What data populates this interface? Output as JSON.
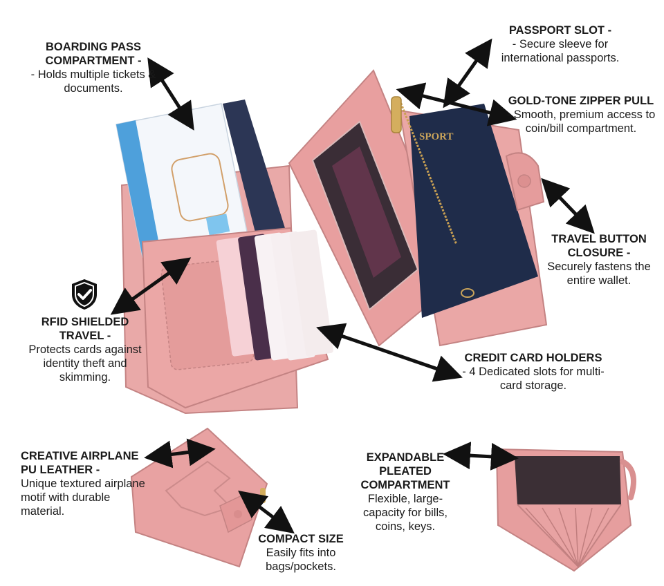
{
  "callouts": {
    "boarding_pass": {
      "title": "BOARDING PASS COMPARTMENT -",
      "desc": "- Holds multiple tickets & documents."
    },
    "passport_slot": {
      "title": "PASSPORT SLOT -",
      "desc": "- Secure sleeve for international passports."
    },
    "zipper_pull": {
      "title": "GOLD-TONE ZIPPER PULL",
      "desc": "- Smooth, premium access to coin/bill compartment."
    },
    "travel_button": {
      "title": "TRAVEL BUTTON CLOSURE -",
      "desc": "Securely fastens the entire wallet."
    },
    "rfid": {
      "title": "RFID SHIELDED TRAVEL -",
      "desc": "Protects cards against identity theft and skimming."
    },
    "credit_cards": {
      "title": "CREDIT CARD HOLDERS",
      "desc": "- 4 Dedicated slots for multi-card storage."
    },
    "airplane_leather": {
      "title": "CREATIVE AIRPLANE PU LEATHER -",
      "desc": "Unique textured airplane motif with durable material."
    },
    "pleated": {
      "title": "EXPANDABLE PLEATED COMPARTMENT",
      "desc": "Flexible, large-capacity for bills, coins, keys."
    },
    "compact": {
      "title": "COMPACT SIZE",
      "desc": "Easily fits into bags/pockets."
    }
  },
  "icons": {
    "rfid_badge": "shield-check-icon",
    "arrow": "double-arrow-icon"
  },
  "colors": {
    "leather": "#e8a4a4",
    "leather_dark": "#c97f80",
    "passport": "#1f2c4a",
    "text": "#1a1a1a"
  }
}
